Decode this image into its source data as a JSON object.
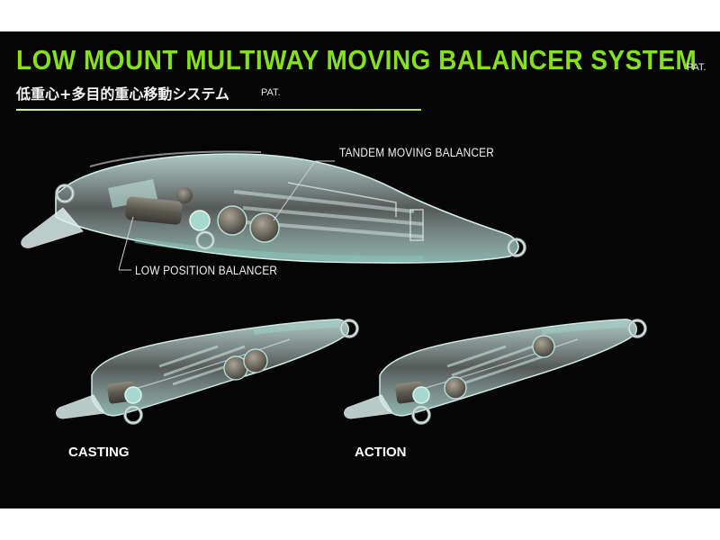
{
  "header": {
    "title": "LOW MOUNT MULTIWAY MOVING BALANCER SYSTEM",
    "title_badge": "PAT.",
    "subtitle": "低重心+多目的重心移動システム",
    "subtitle_badge": "PAT."
  },
  "callouts": {
    "tandem": "TANDEM MOVING BALANCER",
    "low_position": "LOW POSITION BALANCER"
  },
  "lures": {
    "casting_label": "CASTING",
    "action_label": "ACTION"
  },
  "colors": {
    "background": "#050505",
    "title_accent": "#86e01e",
    "body_tint": "#a7d8cf",
    "balancer": "#6e6c62"
  }
}
